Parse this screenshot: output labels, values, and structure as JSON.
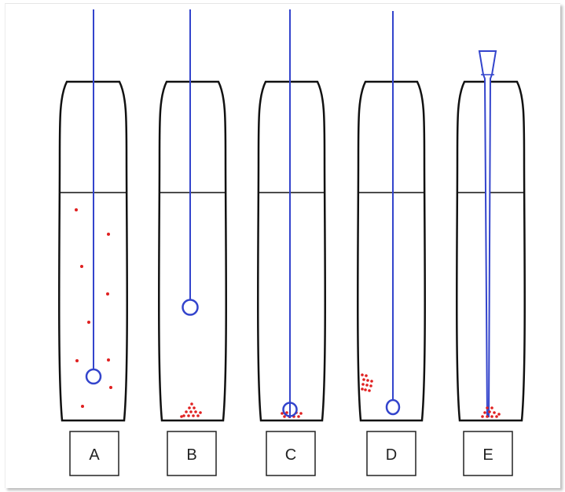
{
  "diagram": {
    "labels": [
      "A",
      "B",
      "C",
      "D",
      "E"
    ],
    "colors": {
      "tube_outline": "#111111",
      "liquid_line": "#111111",
      "probe": "#3344cc",
      "particles": "#e02020"
    },
    "tubes": [
      {
        "label": "A",
        "probe": "loop-tip",
        "particles": "dispersed"
      },
      {
        "label": "B",
        "probe": "loop-tip",
        "particles": "pellet-bottom"
      },
      {
        "label": "C",
        "probe": "loop-tip",
        "particles": "pellet-bottom"
      },
      {
        "label": "D",
        "probe": "loop-tip",
        "particles": "side-cluster"
      },
      {
        "label": "E",
        "probe": "pipette-tip",
        "particles": "pellet-bottom"
      }
    ]
  }
}
